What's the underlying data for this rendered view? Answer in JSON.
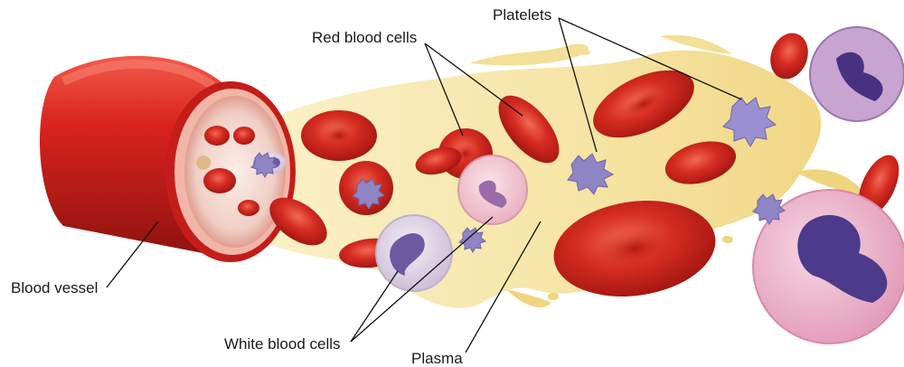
{
  "labels": {
    "red_blood_cells": "Red blood cells",
    "platelets": "Platelets",
    "blood_vessel": "Blood vessel",
    "white_blood_cells": "White blood cells",
    "plasma": "Plasma"
  },
  "colors": {
    "vessel": "#d8221e",
    "vessel_dark": "#9e1512",
    "vessel_inner": "#f3c2b8",
    "plasma": "#f5e6a6",
    "red_cell": "#d62c22",
    "red_cell_dark": "#a5160f",
    "platelet": "#8f84c4",
    "white_cell": "#e6dcea",
    "nucleus": "#5c4a8e",
    "leader_line": "#111111"
  }
}
